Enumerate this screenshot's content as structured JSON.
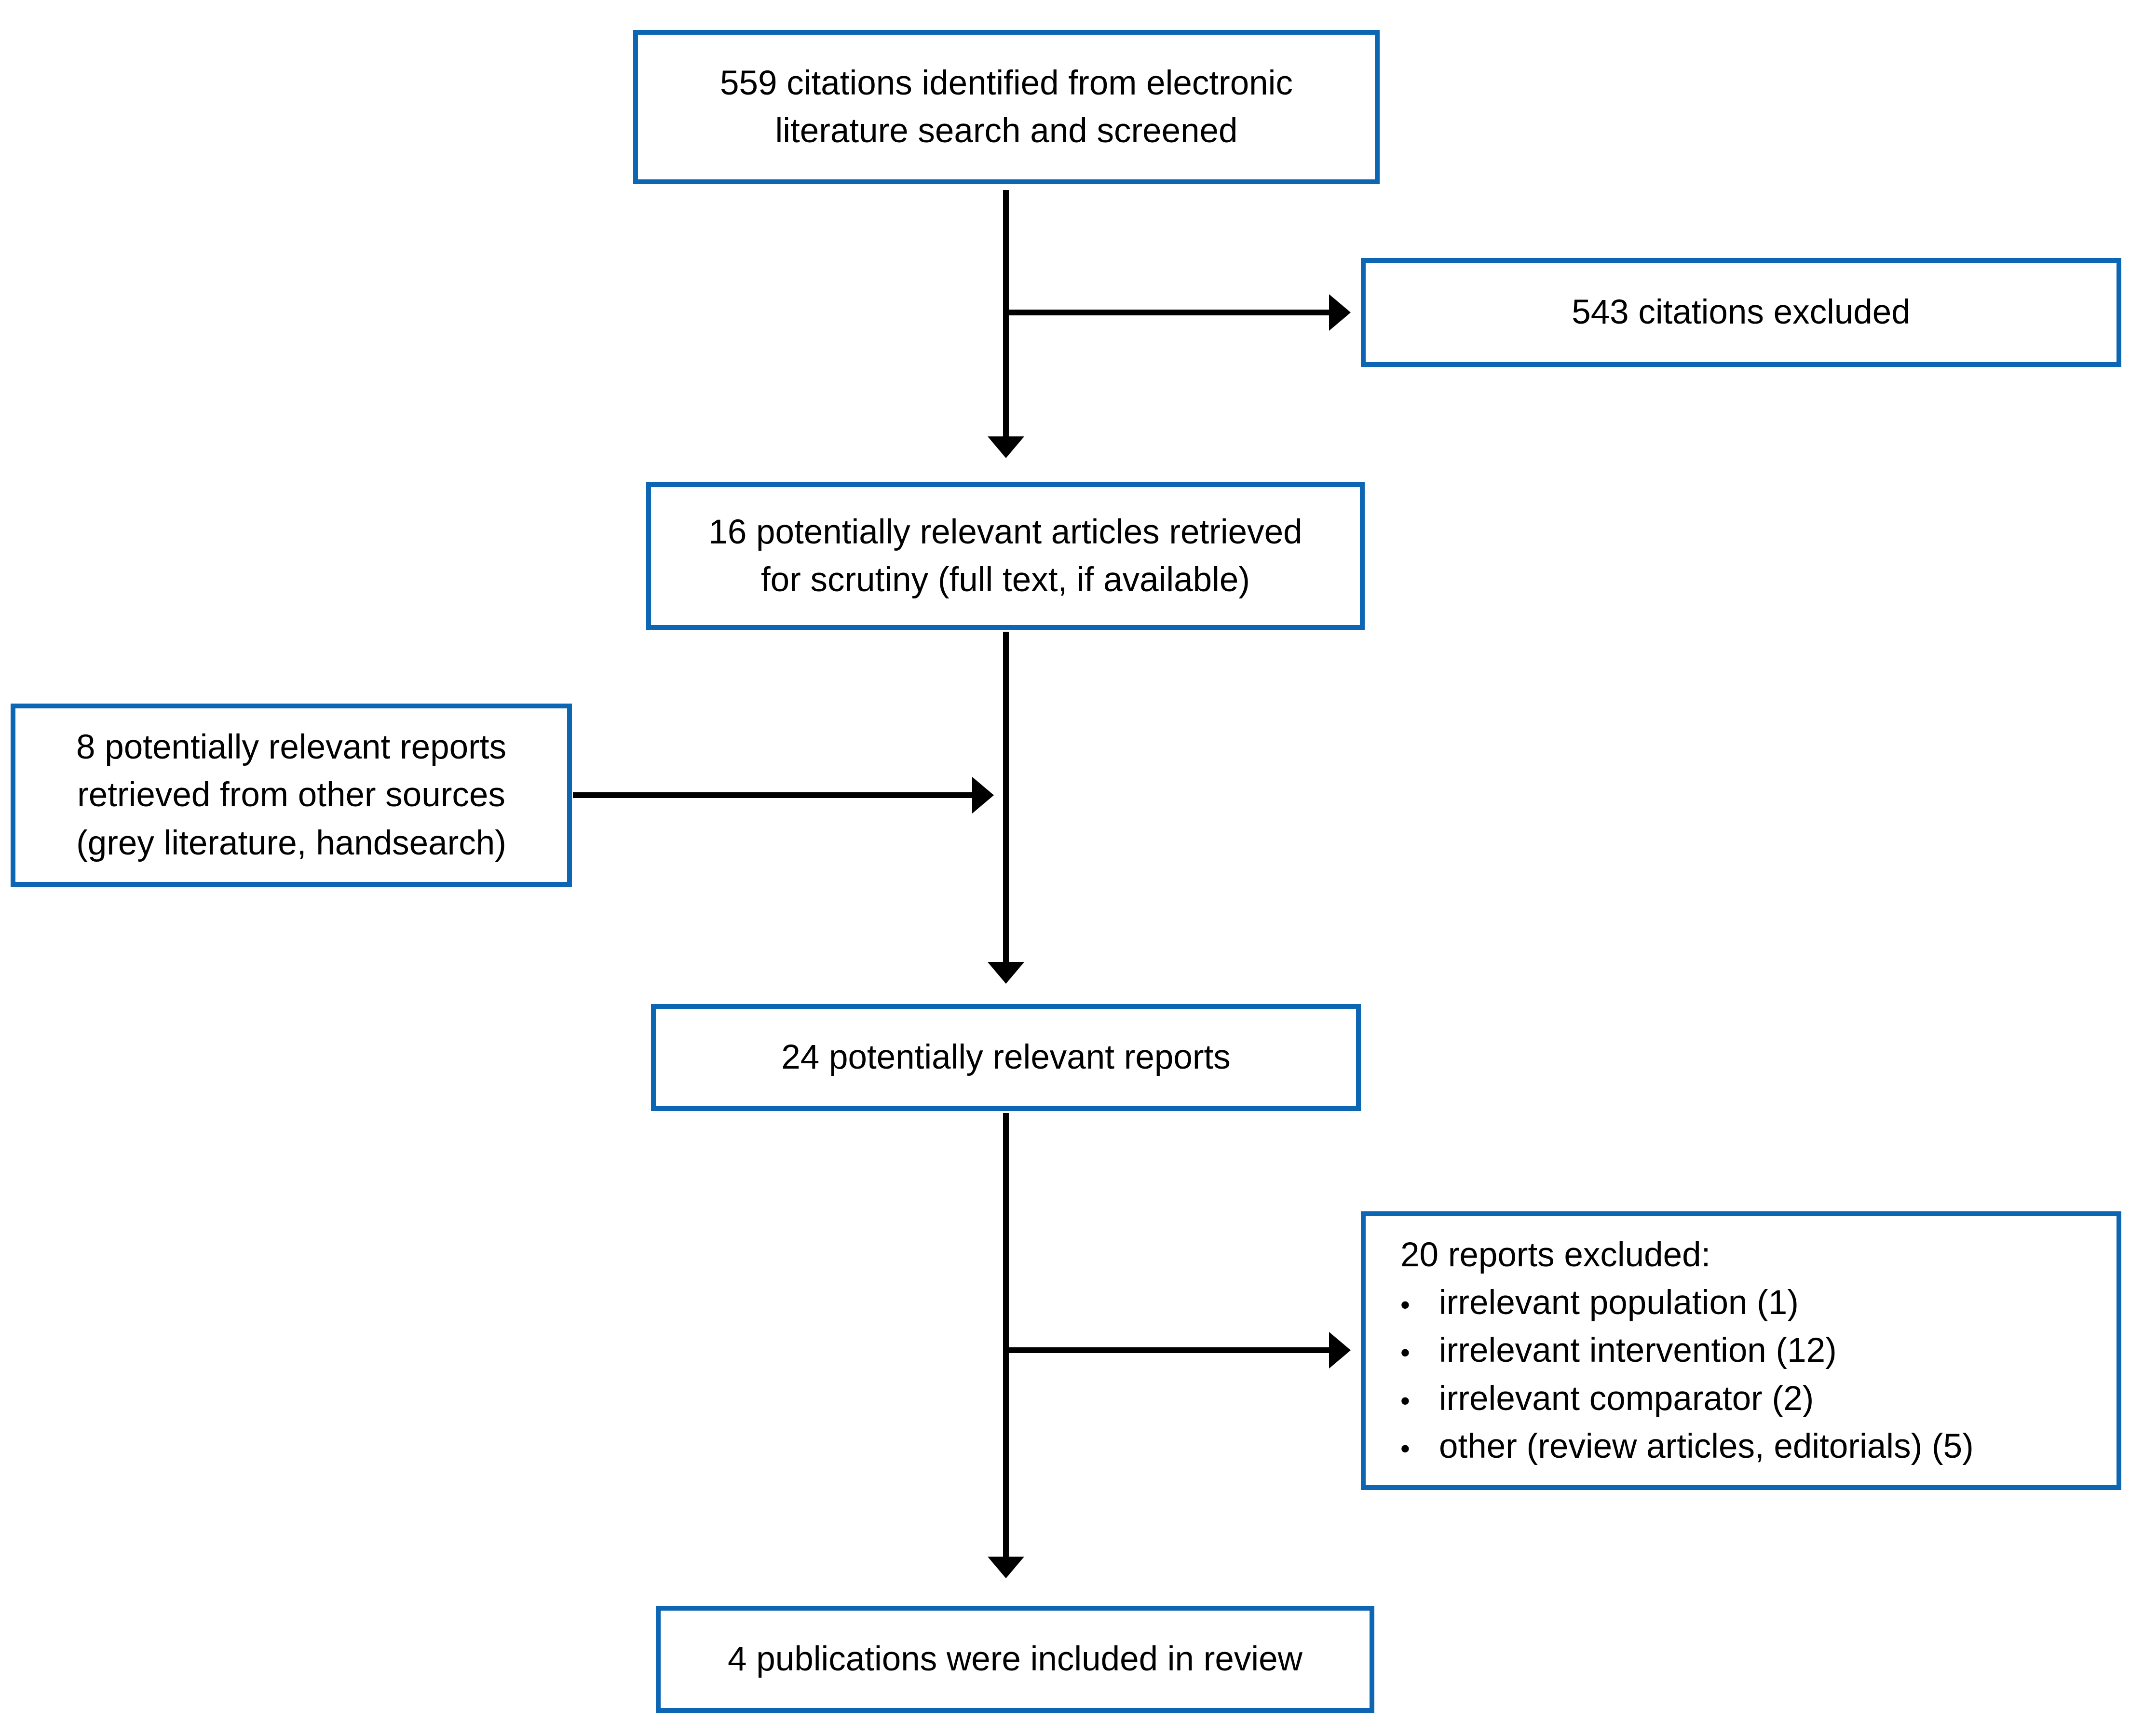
{
  "diagram": {
    "type": "flowchart",
    "bullet_char": "•",
    "colors": {
      "box_border": "#0d66b3",
      "text": "#000000",
      "arrow": "#000000",
      "background": "#ffffff"
    },
    "boxes": {
      "identified": {
        "text": "559 citations identified from electronic\nliterature search and screened"
      },
      "excluded_citations": {
        "text": "543 citations excluded"
      },
      "retrieved": {
        "text": "16 potentially relevant articles retrieved\nfor scrutiny (full text, if available)"
      },
      "other_sources": {
        "text": "8 potentially relevant reports\nretrieved from other sources\n(grey literature, handsearch)"
      },
      "relevant_reports": {
        "text": "24 potentially relevant reports"
      },
      "excluded_reports": {
        "title": "20 reports excluded:",
        "items": [
          "irrelevant population (1)",
          "irrelevant intervention (12)",
          "irrelevant comparator (2)",
          "other (review articles, editorials) (5)"
        ]
      },
      "included": {
        "text": "4 publications were included in review"
      }
    }
  }
}
